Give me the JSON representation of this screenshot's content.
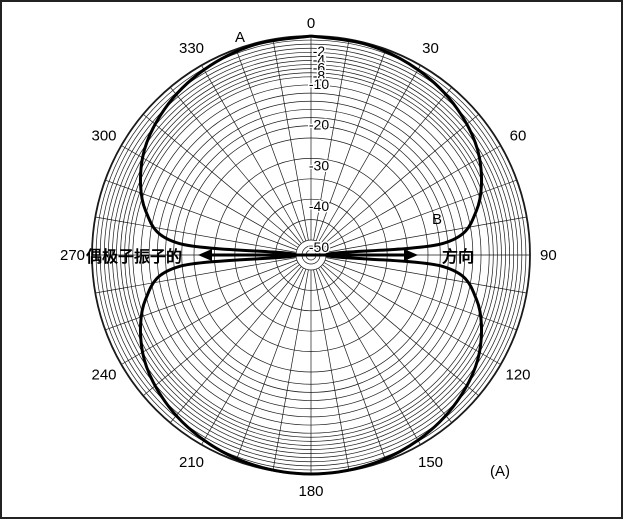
{
  "chart_data": {
    "type": "polar",
    "angle_ticks": [
      0,
      30,
      60,
      90,
      120,
      150,
      180,
      210,
      240,
      270,
      300,
      330
    ],
    "angle_tick_labels": [
      "0",
      "30",
      "60",
      "90",
      "120",
      "150",
      "180",
      "210",
      "240",
      "270",
      "300",
      "330"
    ],
    "radial_ticks": [
      -2,
      -4,
      -6,
      -8,
      -10,
      -20,
      -30,
      -40,
      -50
    ],
    "radial_tick_labels": [
      "-2",
      "-4",
      "-6",
      "-8",
      "-10",
      "-20",
      "-30",
      "-40",
      "-50"
    ],
    "radial_range": [
      -50,
      0
    ],
    "grid": true,
    "series": [
      {
        "pattern": "dipole",
        "angles": [
          0,
          15,
          30,
          45,
          60,
          75,
          85,
          90,
          95,
          105,
          120,
          135,
          150,
          165,
          180,
          195,
          210,
          225,
          240,
          255,
          265,
          270,
          275,
          285,
          300,
          315,
          330,
          345
        ],
        "values_db": [
          0,
          -0.3,
          -1.25,
          -3.0,
          -6.0,
          -11.7,
          -21.2,
          -50,
          -21.2,
          -11.7,
          -6.0,
          -3.0,
          -1.25,
          -0.3,
          0,
          -0.3,
          -1.25,
          -3.0,
          -6.0,
          -11.7,
          -21.2,
          -50,
          -21.2,
          -11.7,
          -6.0,
          -3.0,
          -1.25,
          -0.3
        ]
      }
    ],
    "annotations": {
      "point_a": "A",
      "point_b": "B",
      "axis_left": "偶极子振子的",
      "axis_right": "方向",
      "figure_tag": "(A)"
    }
  }
}
